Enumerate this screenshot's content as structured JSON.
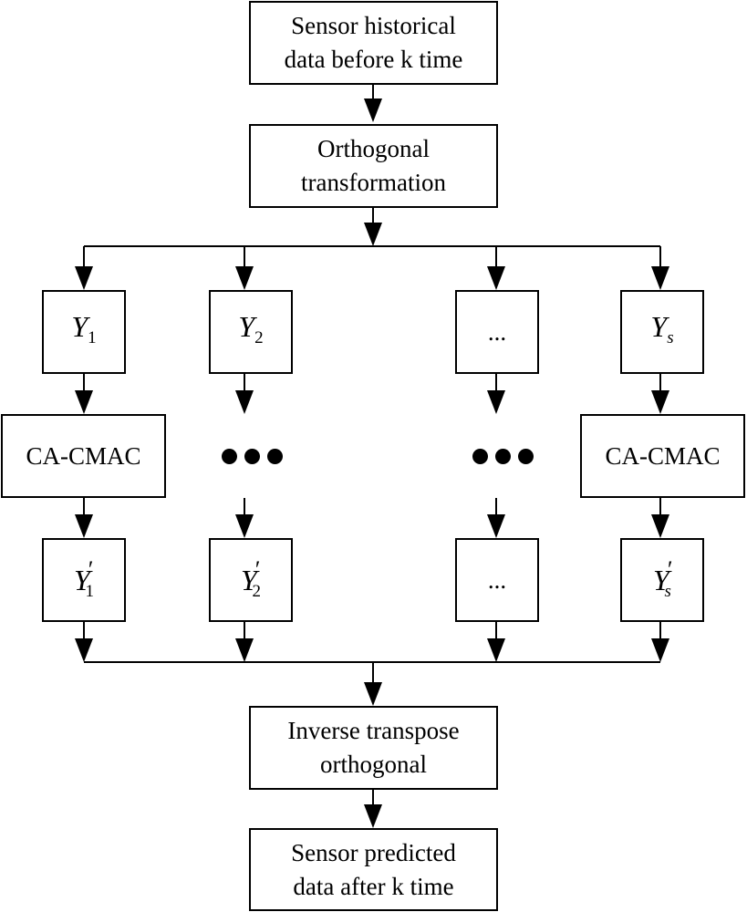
{
  "nodes": {
    "history": "Sensor historical\ndata before k time",
    "orthogonal": "Orthogonal\ntransformation",
    "y1": {
      "var": "Y",
      "sub": "1"
    },
    "y2": {
      "var": "Y",
      "sub": "2"
    },
    "y_ellipsis": "...",
    "ys": {
      "var": "Y",
      "sub": "s"
    },
    "cmac_1": "CA-CMAC",
    "cmac_s": "CA-CMAC",
    "y1_prime": {
      "var": "Y",
      "sub": "1",
      "prime": "′"
    },
    "y2_prime": {
      "var": "Y",
      "sub": "2",
      "prime": "′"
    },
    "yprime_ellipsis": "...",
    "ys_prime": {
      "var": "Y",
      "sub": "s",
      "prime": "′"
    },
    "inverse": "Inverse transpose\northogonal",
    "predicted": "Sensor predicted\ndata after k time"
  }
}
